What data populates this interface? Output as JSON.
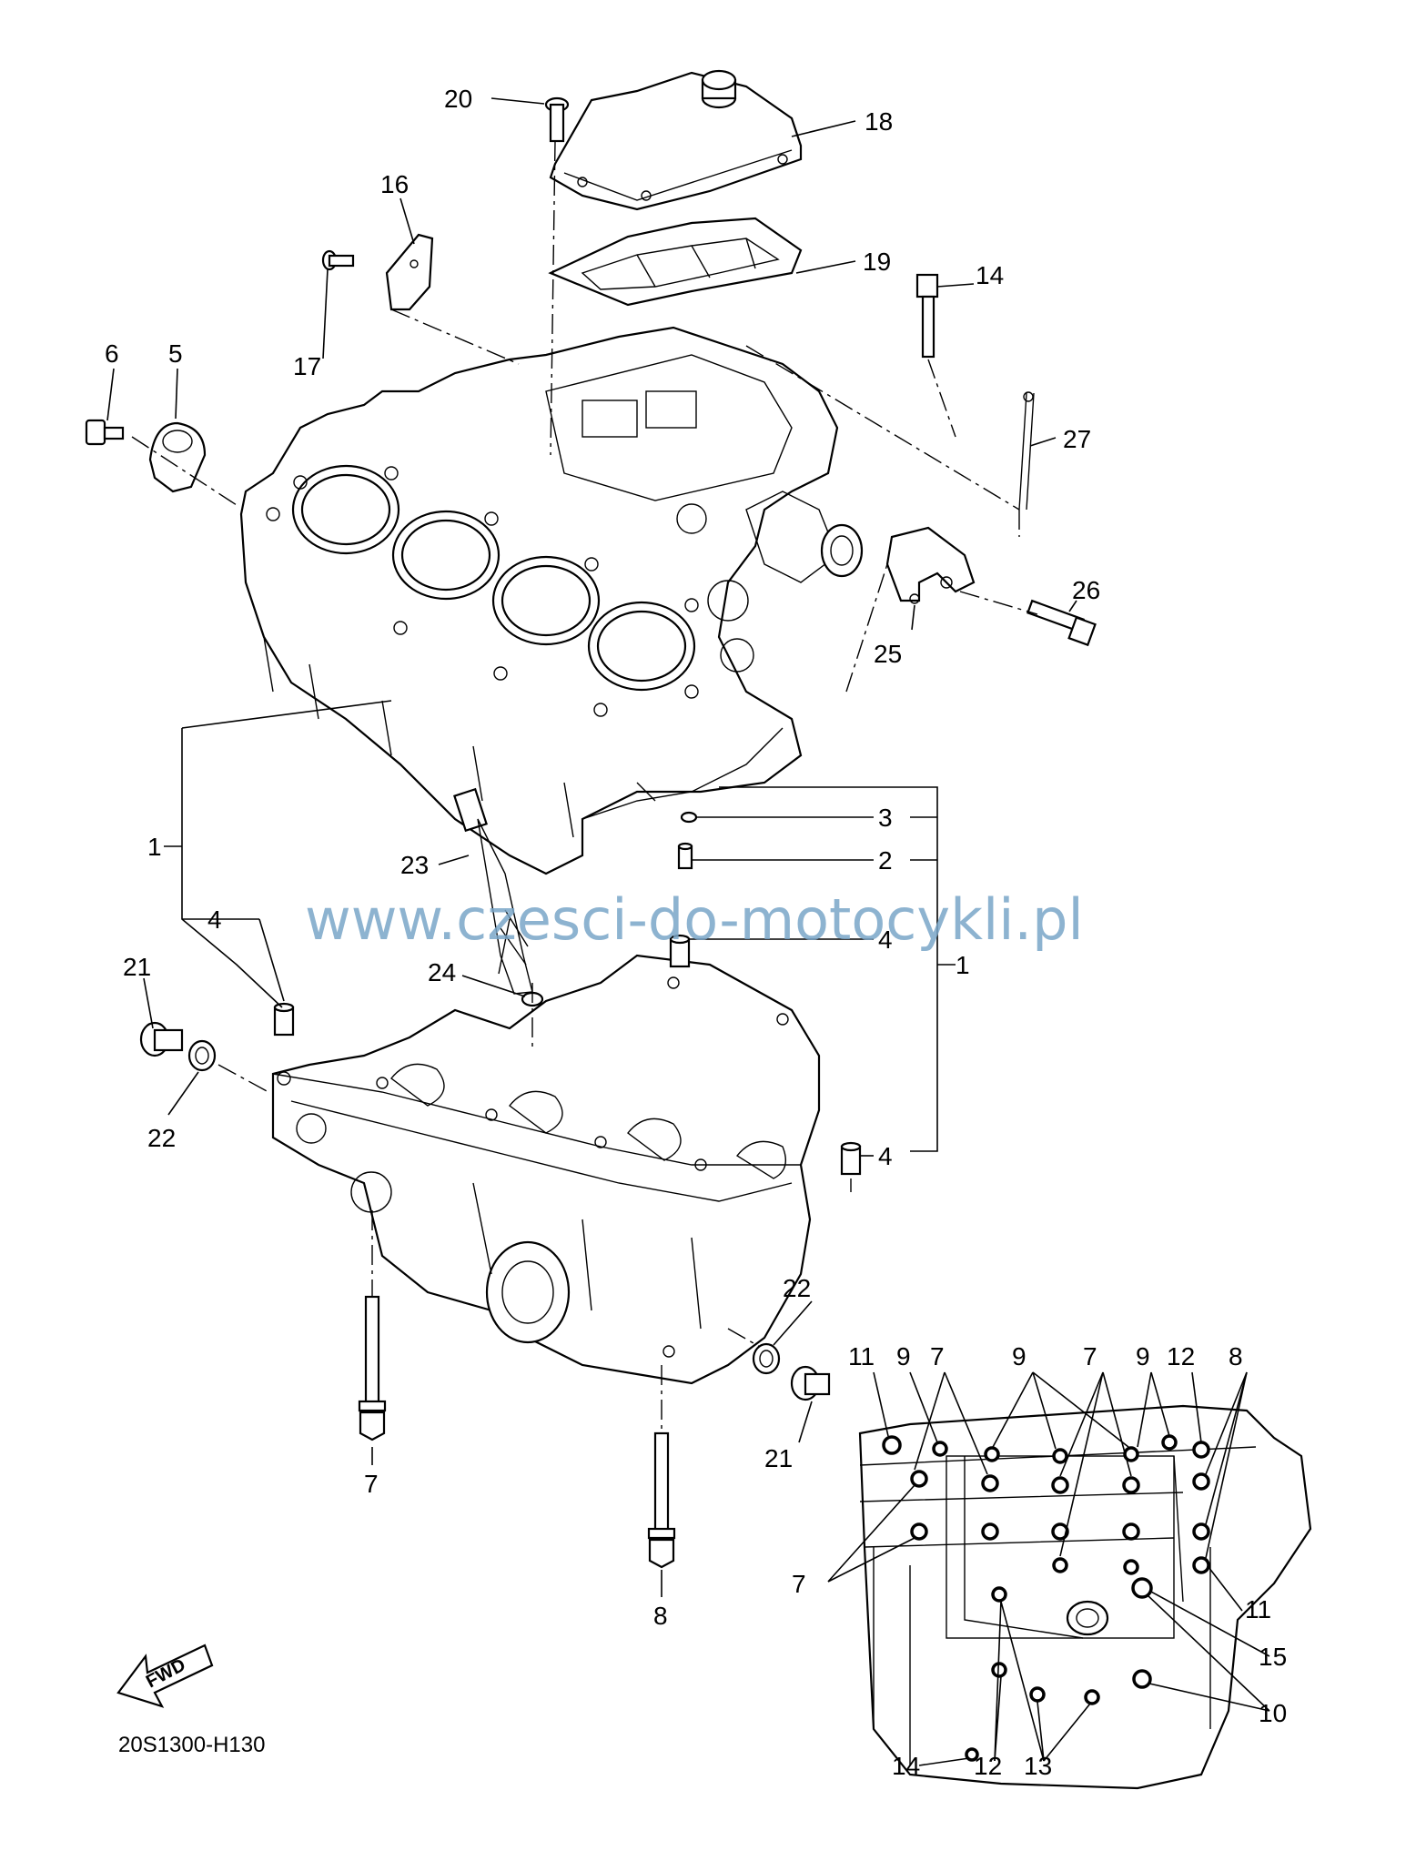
{
  "watermark": "www.czesci-do-motocykli.pl",
  "diagram_code": "20S1300-H130",
  "fwd_label": "FWD",
  "callouts": {
    "c1a": "1",
    "c1b": "1",
    "c2": "2",
    "c3": "3",
    "c4a": "4",
    "c4b": "4",
    "c4c": "4",
    "c5": "5",
    "c6": "6",
    "c7a": "7",
    "c7b": "7",
    "c7c": "7",
    "c7d": "7",
    "c8a": "8",
    "c8b": "8",
    "c9a": "9",
    "c9b": "9",
    "c9c": "9",
    "c10": "10",
    "c11a": "11",
    "c11b": "11",
    "c12a": "12",
    "c12b": "12",
    "c13": "13",
    "c14a": "14",
    "c14b": "14",
    "c15": "15",
    "c16": "16",
    "c17": "17",
    "c18": "18",
    "c19": "19",
    "c20": "20",
    "c21a": "21",
    "c21b": "21",
    "c22a": "22",
    "c22b": "22",
    "c23": "23",
    "c24": "24",
    "c25": "25",
    "c26": "26",
    "c27": "27"
  }
}
